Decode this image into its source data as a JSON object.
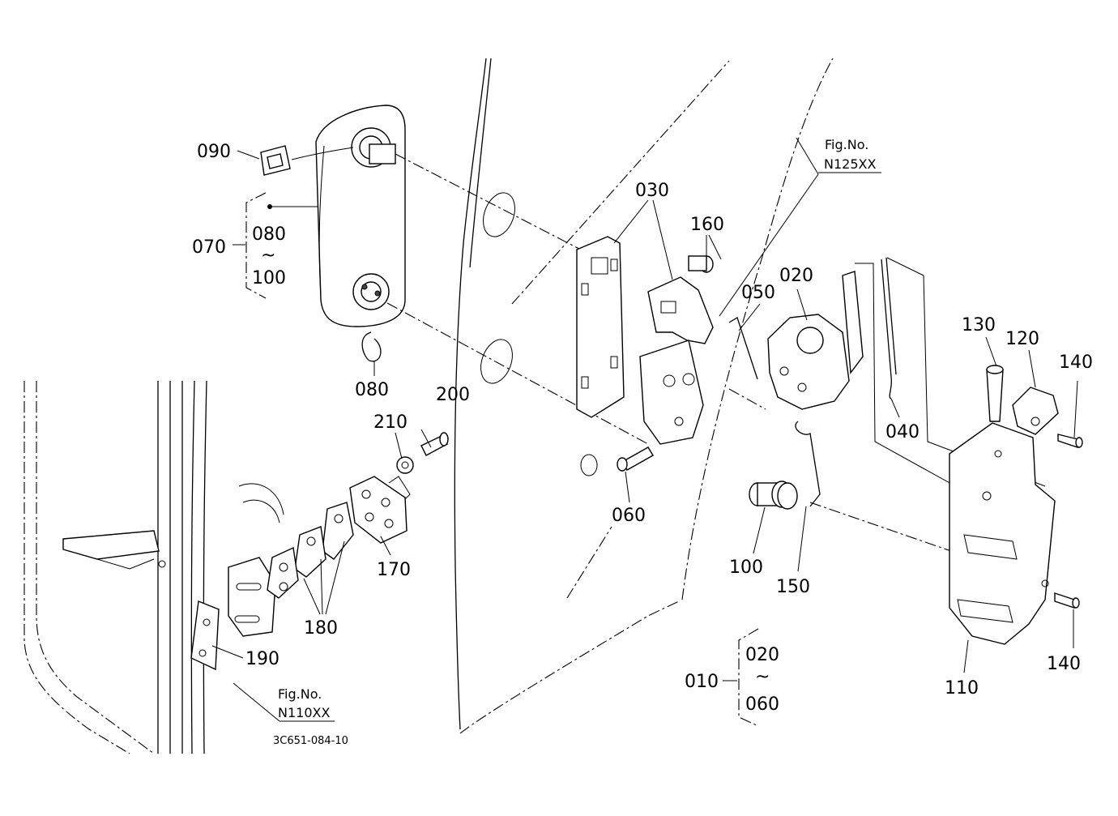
{
  "labels": {
    "p010": "010",
    "p020a": "020",
    "p020b": "020",
    "p030": "030",
    "p040": "040",
    "p050": "050",
    "p060a": "060",
    "p060b": "060",
    "p070": "070",
    "p080a": "080",
    "p080b": "080",
    "p090": "090",
    "p100a": "100",
    "p100b": "100",
    "p110": "110",
    "p120": "120",
    "p130": "130",
    "p140a": "140",
    "p140b": "140",
    "p150": "150",
    "p160": "160",
    "p170": "170",
    "p180": "180",
    "p190": "190",
    "p200": "200",
    "p210": "210",
    "range_mark_a": "~",
    "range_mark_b": "~"
  },
  "references": {
    "fig1_title": "Fig.No.",
    "fig1_number": "N125XX",
    "fig2_title": "Fig.No.",
    "fig2_number": "N110XX"
  },
  "drawing_code": "3C651-084-10"
}
